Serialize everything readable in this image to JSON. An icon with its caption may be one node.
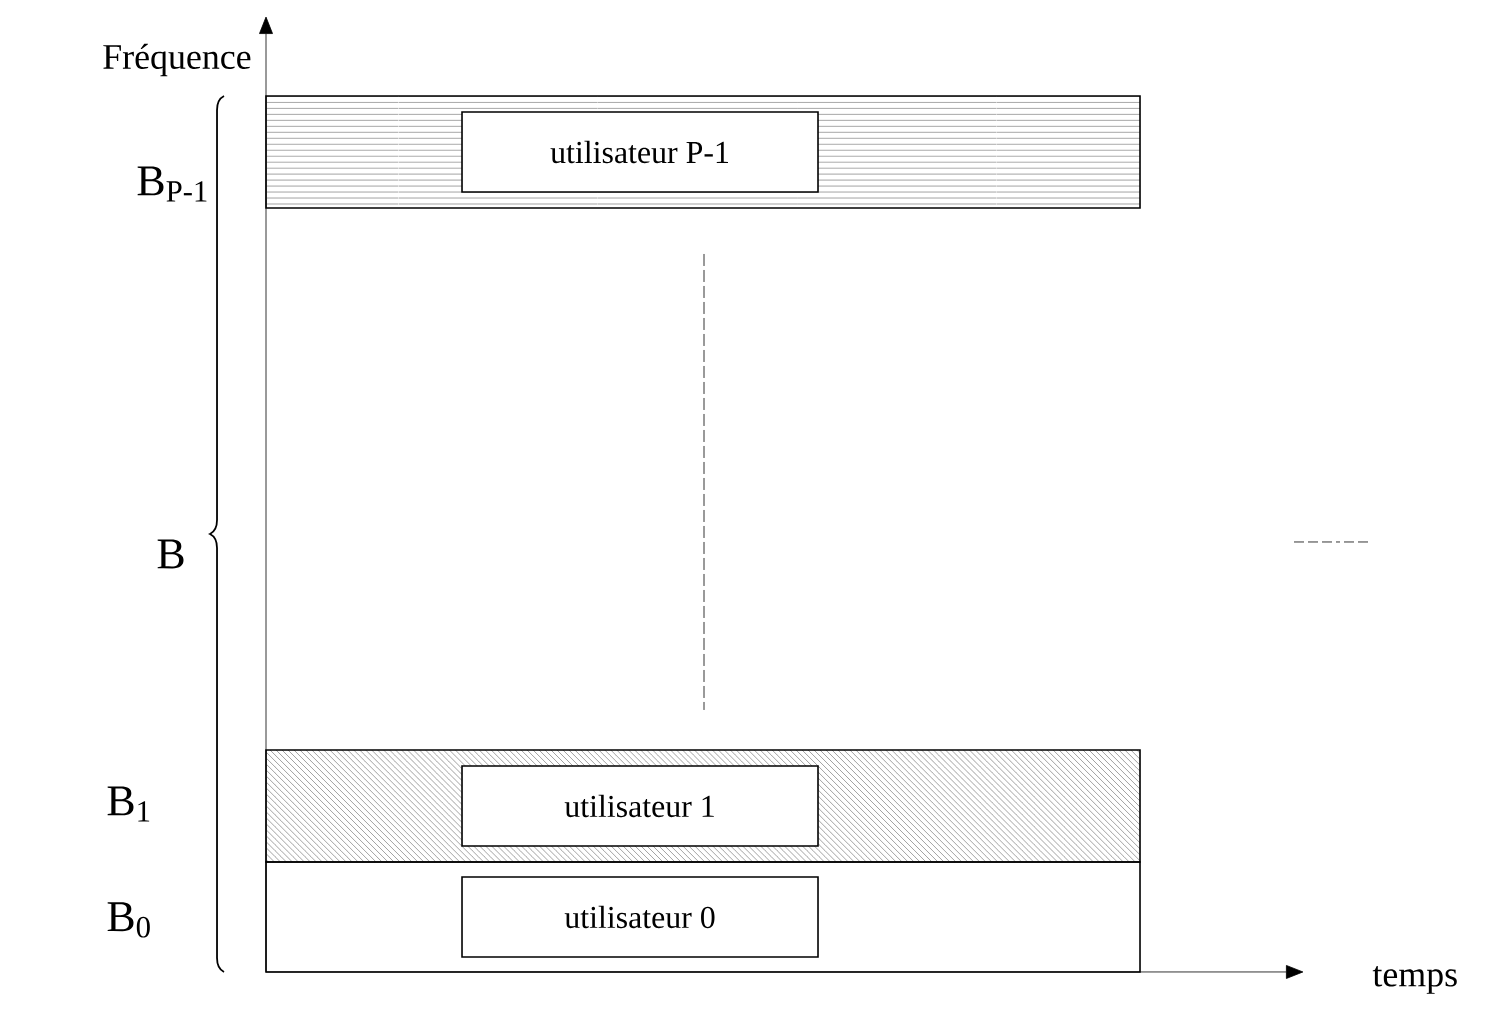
{
  "diagram": {
    "nodes": [
      {
        "text": [],
        "shape": "bar"
      },
      {
        "text": [
          "utilisateur P-1"
        ],
        "in": 0
      },
      {
        "text": [],
        "shape": "bar"
      },
      {
        "text": [
          "utilisateur 1"
        ],
        "in": 2
      },
      {
        "text": [],
        "shape": "bar"
      },
      {
        "text": [
          "utilisateur 0"
        ],
        "in": 4
      }
    ],
    "labels": [
      "Fréquence",
      "B$_{P-1}$",
      "B",
      "B$_{1}$",
      "B$_{0}$",
      "temps"
    ]
  }
}
